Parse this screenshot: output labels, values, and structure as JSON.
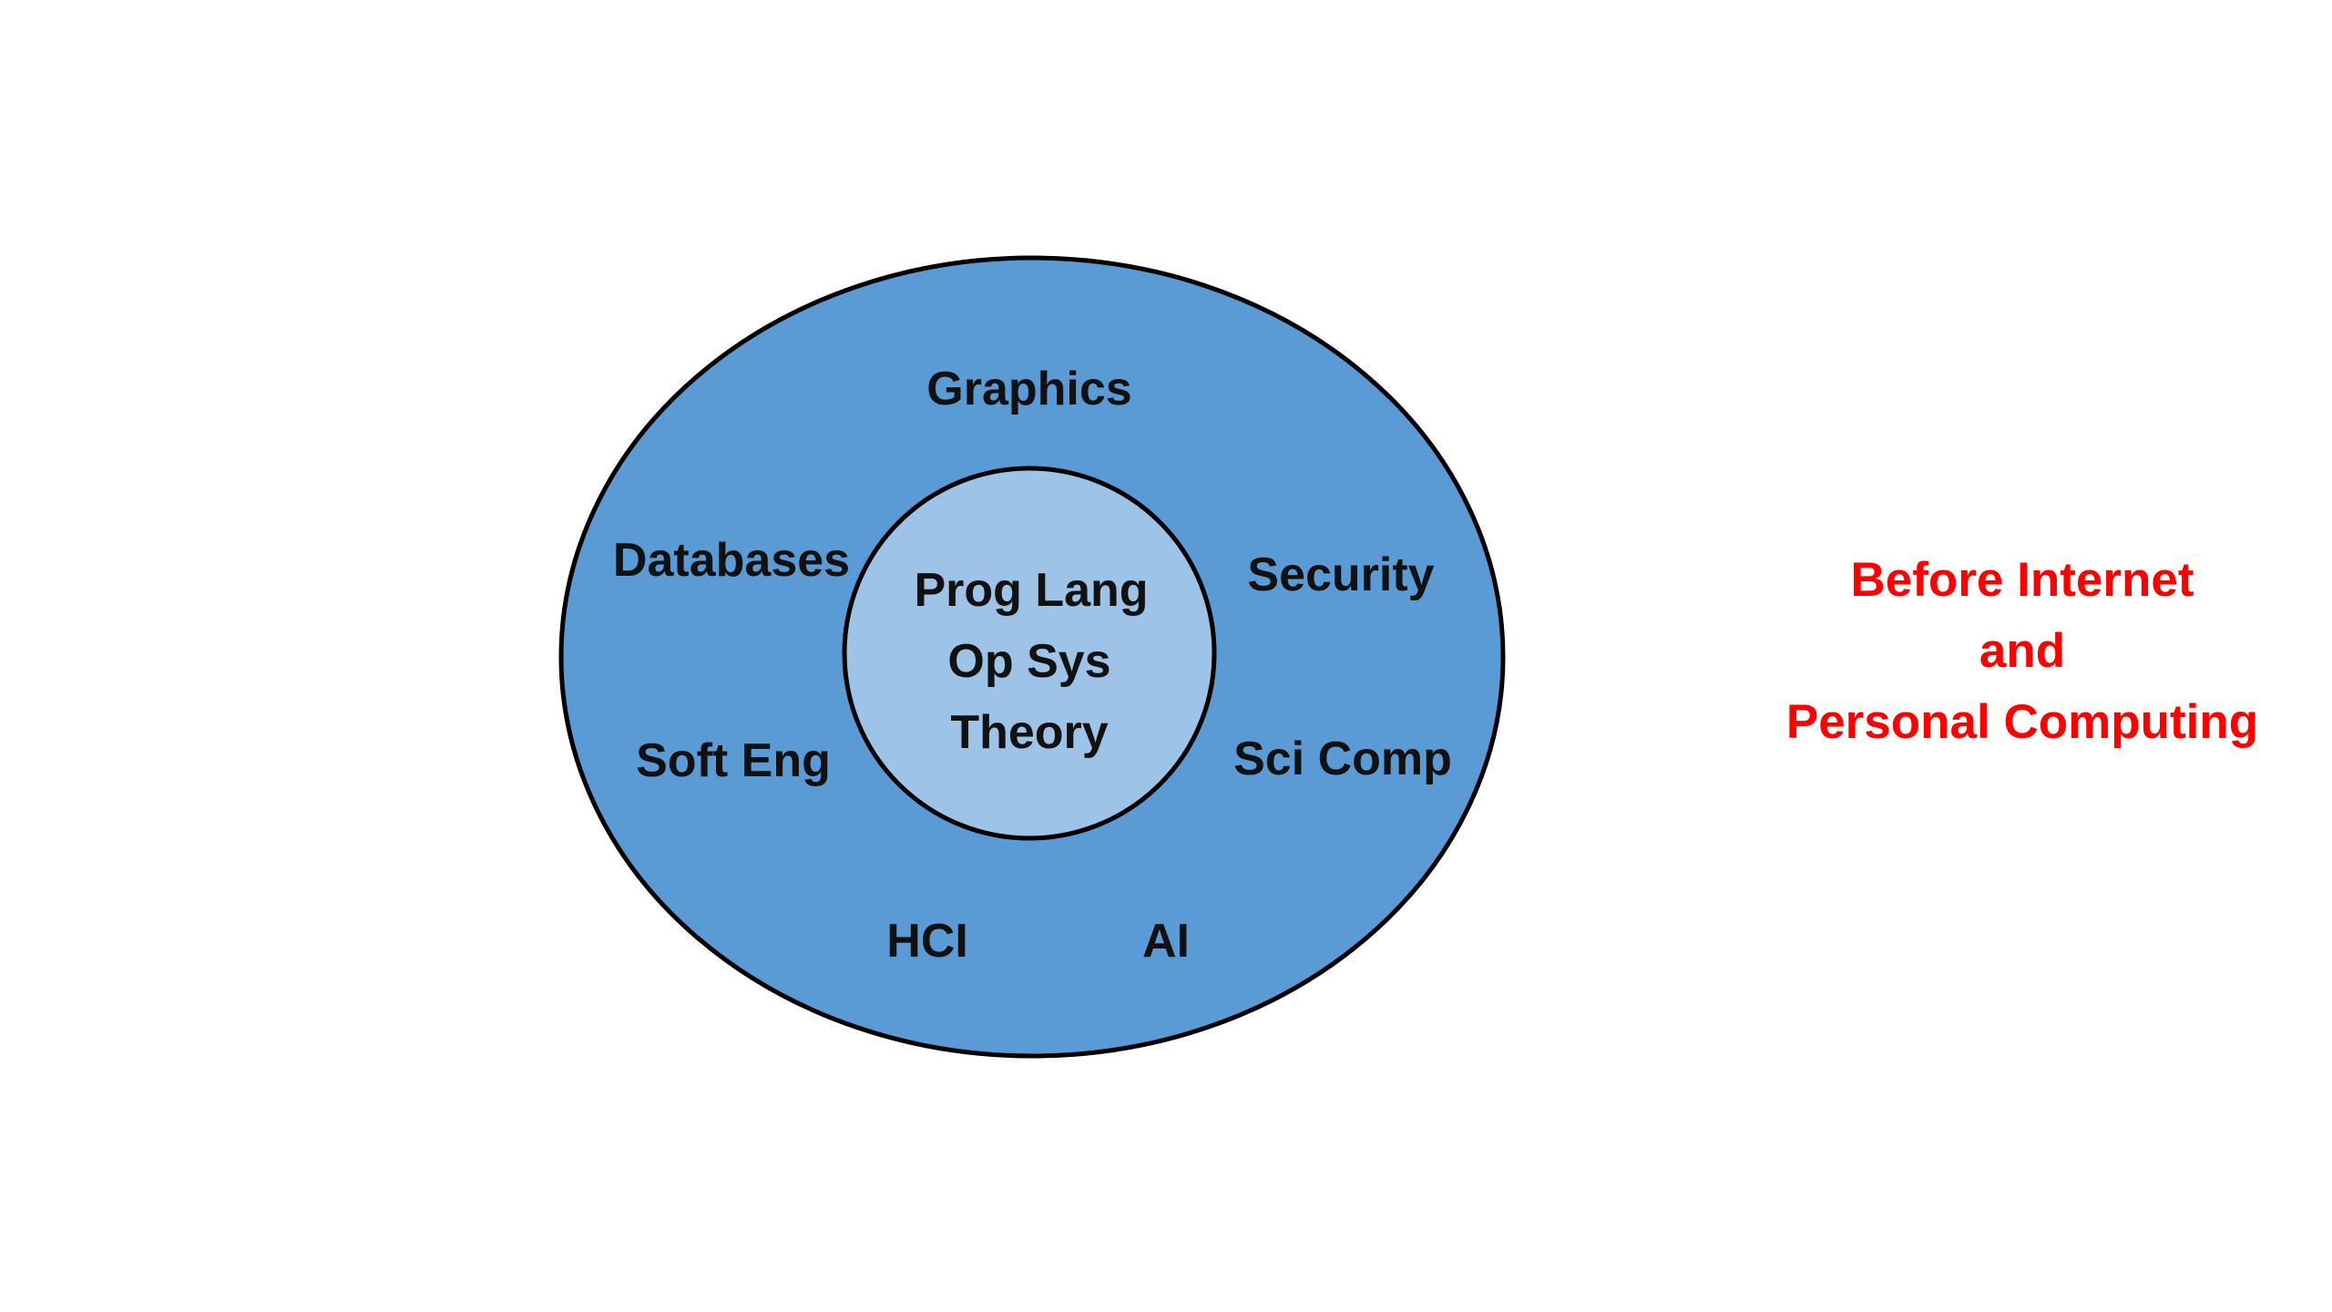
{
  "colors": {
    "outer_fill": "#5b9bd5",
    "inner_fill": "#9dc3e6",
    "stroke": "#000000",
    "label_text": "#111111",
    "caption_text": "#ff0000"
  },
  "outer_ring": {
    "labels": {
      "graphics": "Graphics",
      "databases": "Databases",
      "security": "Security",
      "soft_eng": "Soft Eng",
      "sci_comp": "Sci Comp",
      "hci": "HCI",
      "ai": "AI"
    }
  },
  "core": {
    "lines": [
      "Prog Lang",
      "Op Sys",
      "Theory"
    ]
  },
  "caption": {
    "lines": [
      "Before Internet",
      "and",
      "Personal Computing"
    ]
  }
}
